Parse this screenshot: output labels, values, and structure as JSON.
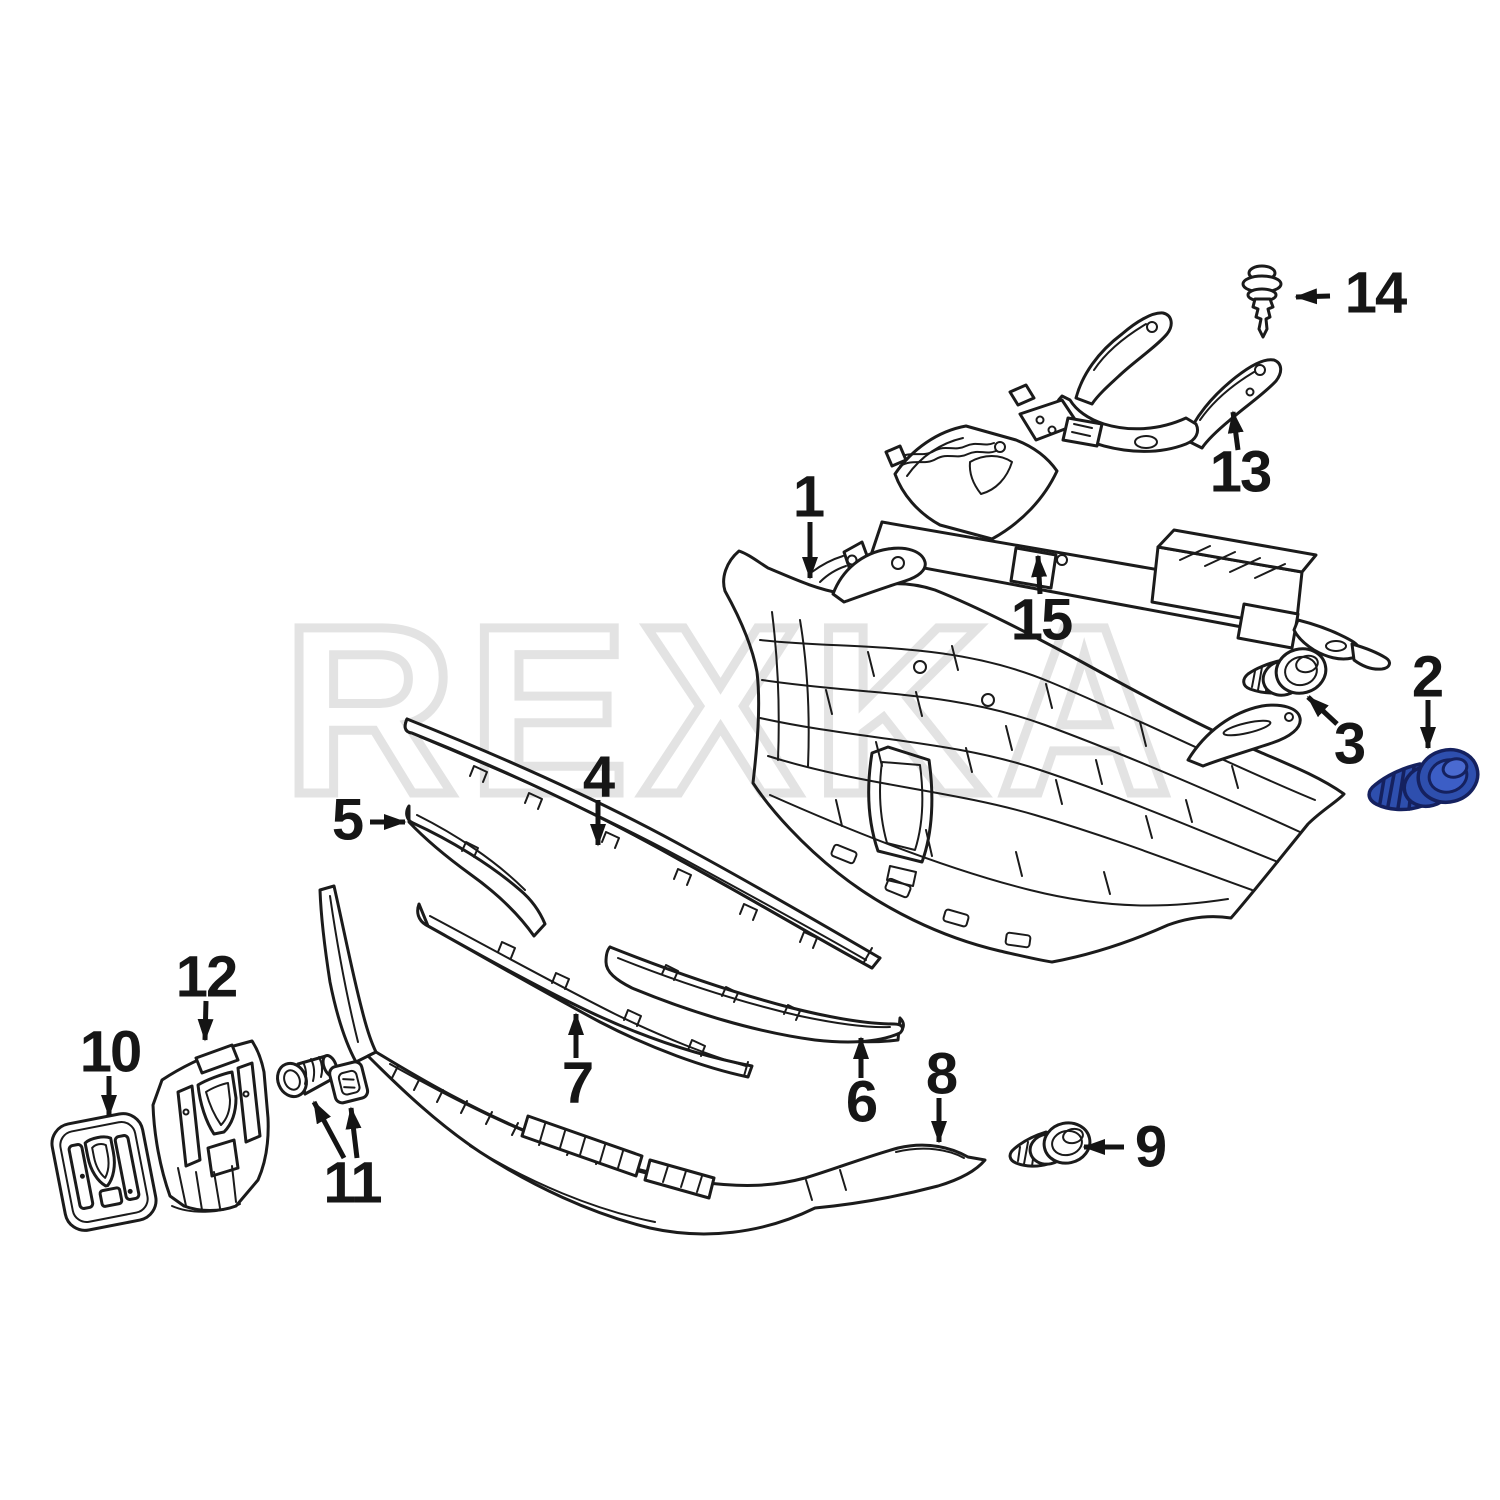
{
  "background": "#ffffff",
  "line_color": "#1b1b1b",
  "watermark": {
    "text": "REXKA",
    "color": "#e3e3e3"
  },
  "highlight": {
    "part_label": "2",
    "fill": "#2e4fae",
    "outline": "#15215f",
    "accent": "#4a6ad0"
  },
  "callouts": [
    {
      "label": "1"
    },
    {
      "label": "2"
    },
    {
      "label": "3"
    },
    {
      "label": "4"
    },
    {
      "label": "5"
    },
    {
      "label": "6"
    },
    {
      "label": "7"
    },
    {
      "label": "8"
    },
    {
      "label": "9"
    },
    {
      "label": "10"
    },
    {
      "label": "11"
    },
    {
      "label": "12"
    },
    {
      "label": "13"
    },
    {
      "label": "14"
    },
    {
      "label": "15"
    }
  ]
}
